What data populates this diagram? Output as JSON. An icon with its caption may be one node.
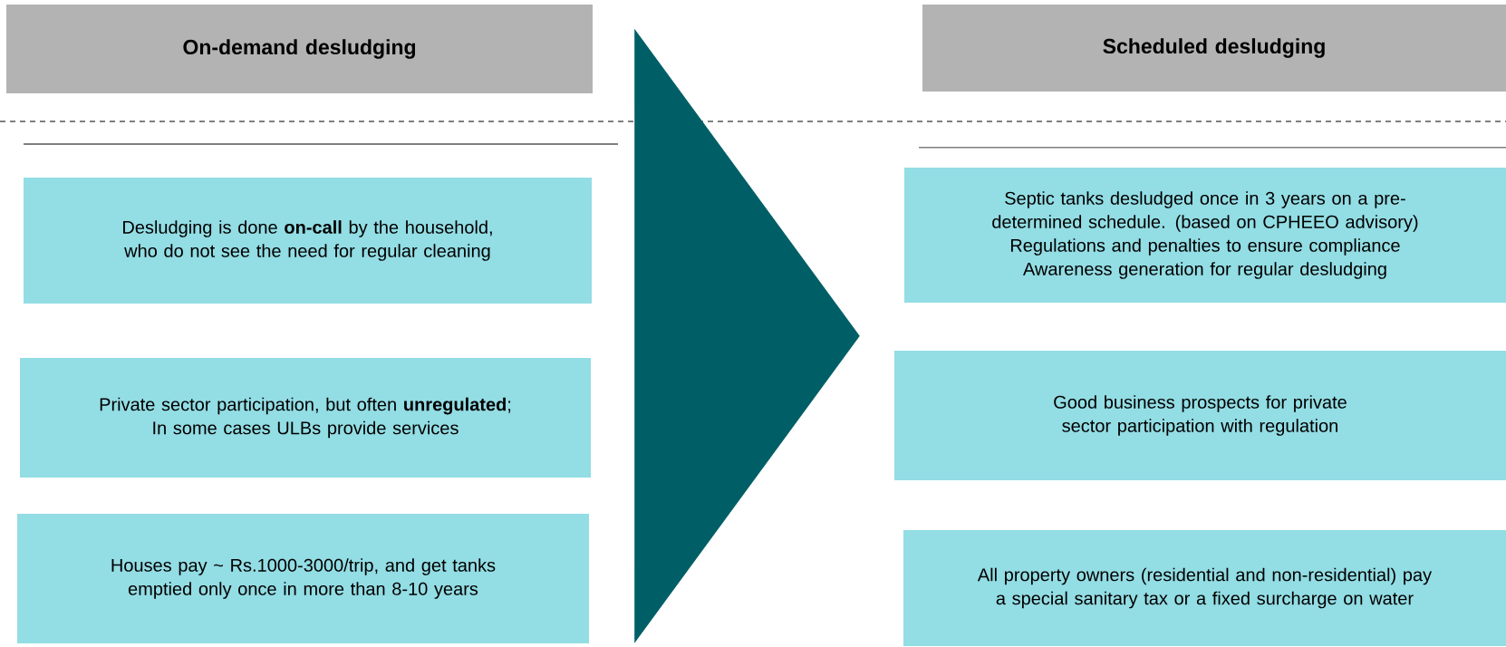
{
  "diagram": {
    "nodes": [
      {
        "text": [
          "On-demand desludging"
        ]
      },
      {
        "text": [
          "Desludging is done **on-call** by the household, who do not see the need for regular cleaning"
        ]
      },
      {
        "text": [
          "Private sector participation, but often **unregulated**; In some cases ULBs provide services"
        ]
      },
      {
        "text": [
          "Houses pay ~ Rs.1000-3000/trip, and get tanks emptied only once in more than 8-10 years"
        ]
      },
      {
        "text": [
          "Scheduled desludging"
        ]
      },
      {
        "text": [
          "Septic tanks desludged once in 3 years on a pre-determined schedule. (based on CPHEEO advisory)",
          "Regulations and penalties to ensure compliance",
          "Awareness generation for regular desludging"
        ]
      },
      {
        "text": [
          "Good business prospects for private sector participation with regulation"
        ]
      },
      {
        "text": [
          "All property owners (residential and non-residential) pay a special sanitary tax or a fixed surcharge on water"
        ]
      }
    ],
    "edges": [
      {
        "from": 0,
        "to": 4,
        "arrow": "to"
      }
    ]
  }
}
